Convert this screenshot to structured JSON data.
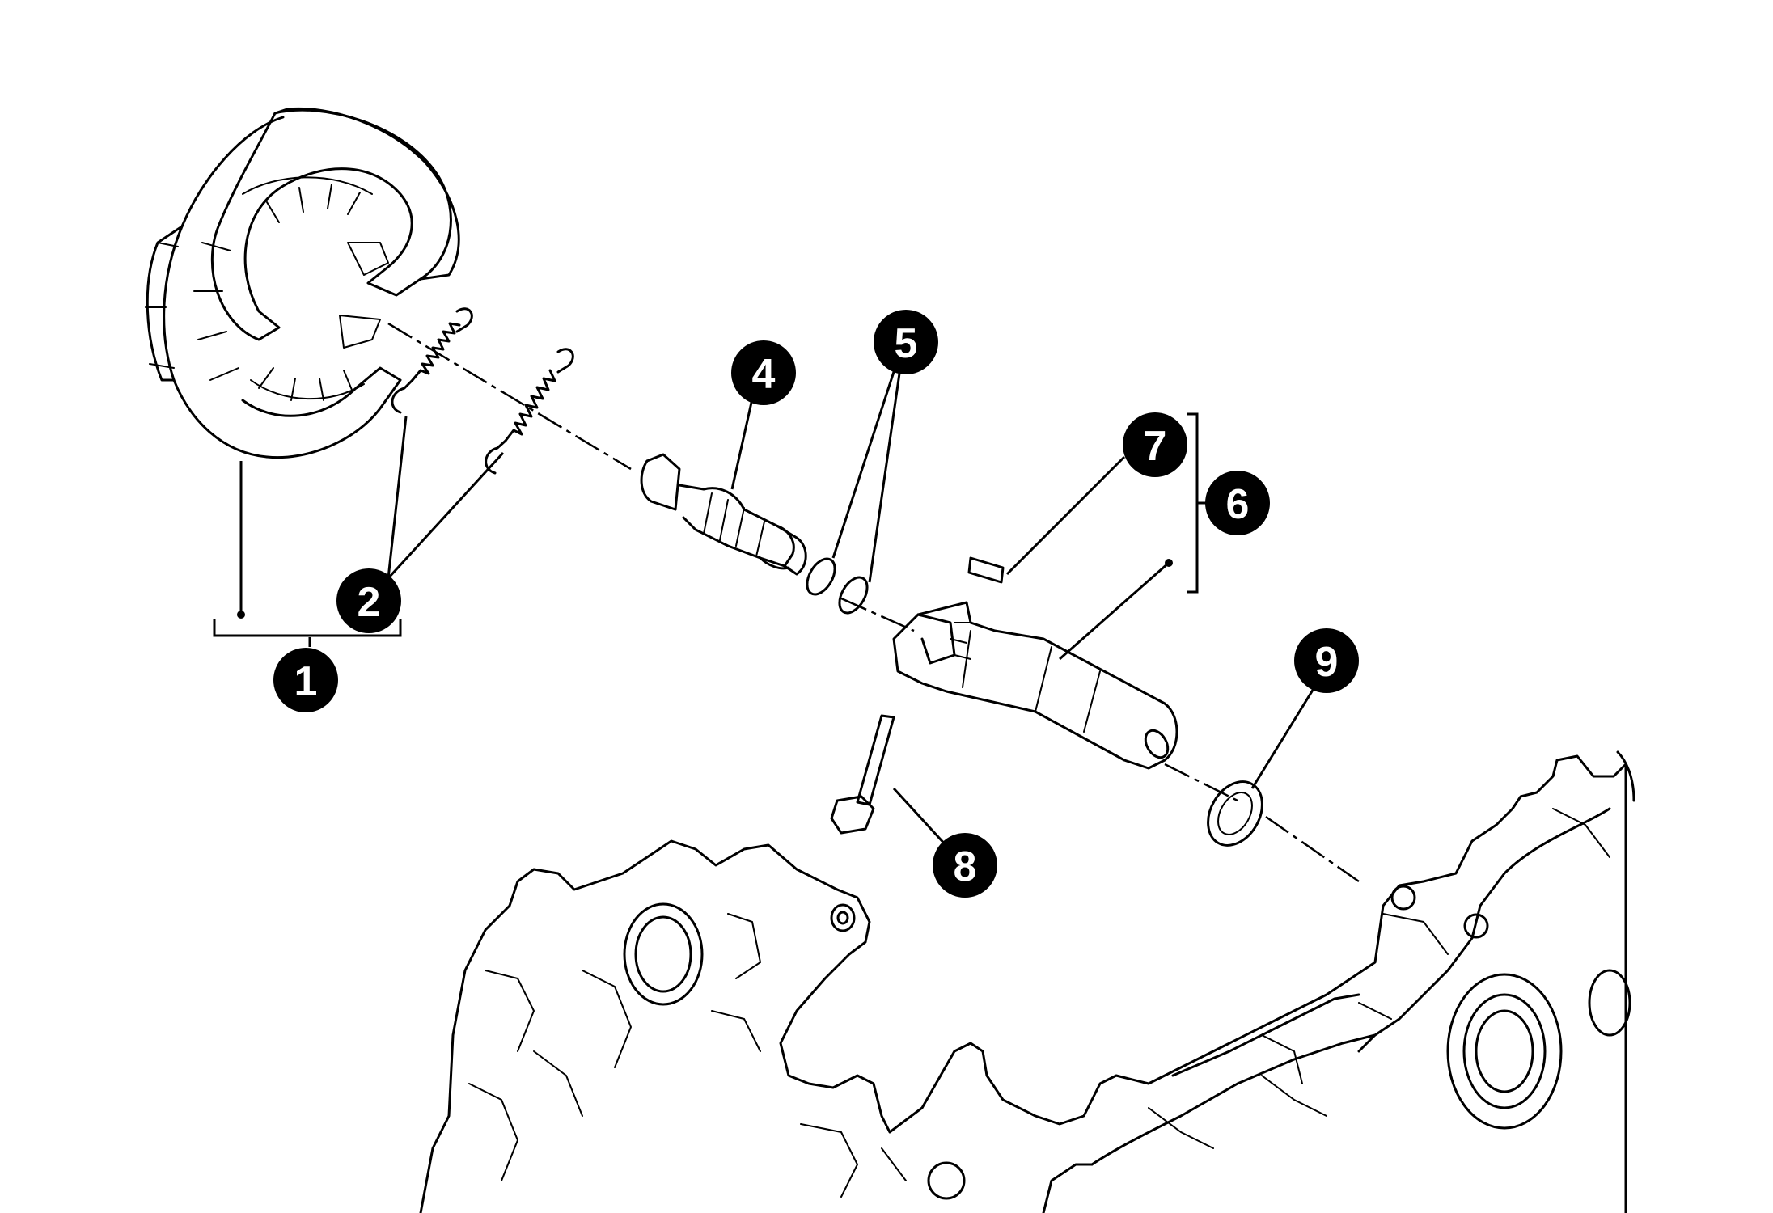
{
  "callouts": [
    {
      "id": "1",
      "label": "1"
    },
    {
      "id": "2",
      "label": "2"
    },
    {
      "id": "4",
      "label": "4"
    },
    {
      "id": "5",
      "label": "5"
    },
    {
      "id": "6",
      "label": "6"
    },
    {
      "id": "7",
      "label": "7"
    },
    {
      "id": "8",
      "label": "8"
    },
    {
      "id": "9",
      "label": "9"
    }
  ],
  "colors": {
    "ink": "#000000",
    "background": "#ffffff"
  }
}
